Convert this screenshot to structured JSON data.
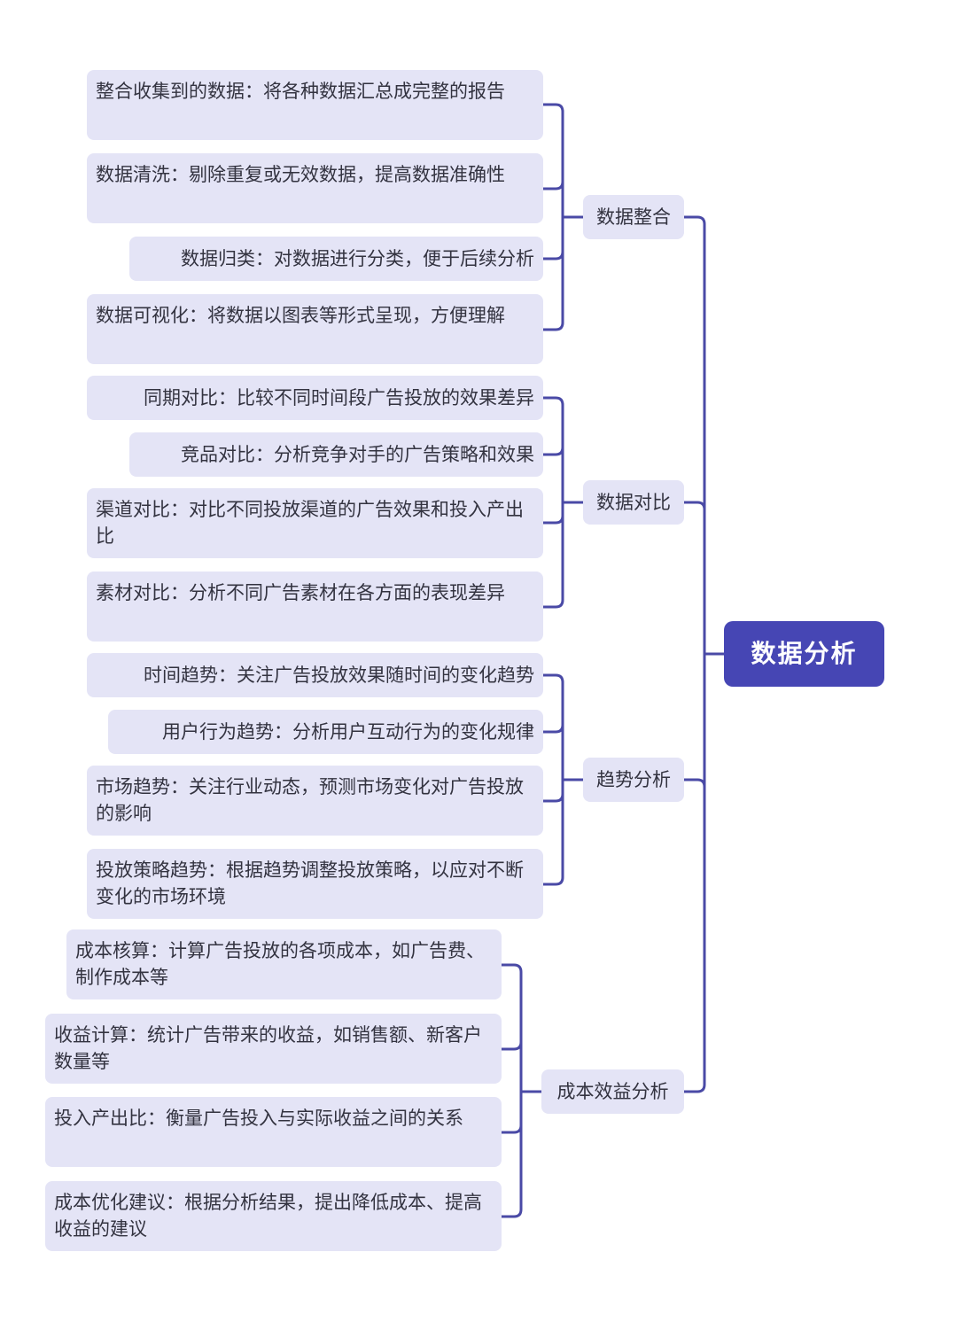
{
  "root": {
    "label": "数据分析"
  },
  "branches": [
    {
      "label": "数据整合",
      "children": [
        "整合收集到的数据：将各种数据汇总成完整的报告",
        "数据清洗：剔除重复或无效数据，提高数据准确性",
        "数据归类：对数据进行分类，便于后续分析",
        "数据可视化：将数据以图表等形式呈现，方便理解"
      ]
    },
    {
      "label": "数据对比",
      "children": [
        "同期对比：比较不同时间段广告投放的效果差异",
        "竞品对比：分析竞争对手的广告策略和效果",
        "渠道对比：对比不同投放渠道的广告效果和投入产出比",
        "素材对比：分析不同广告素材在各方面的表现差异"
      ]
    },
    {
      "label": "趋势分析",
      "children": [
        "时间趋势：关注广告投放效果随时间的变化趋势",
        "用户行为趋势：分析用户互动行为的变化规律",
        "市场趋势：关注行业动态，预测市场变化对广告投放的影响",
        "投放策略趋势：根据趋势调整投放策略，以应对不断变化的市场环境"
      ]
    },
    {
      "label": "成本效益分析",
      "children": [
        "成本核算：计算广告投放的各项成本，如广告费、制作成本等",
        "收益计算：统计广告带来的收益，如销售额、新客户数量等",
        "投入产出比：衡量广告投入与实际收益之间的关系",
        "成本优化建议：根据分析结果，提出降低成本、提高收益的建议"
      ]
    }
  ],
  "colors": {
    "line": "#4a4aa6",
    "node_bg": "#e4e4f6",
    "root_bg": "#4646b4",
    "text": "#333340"
  }
}
